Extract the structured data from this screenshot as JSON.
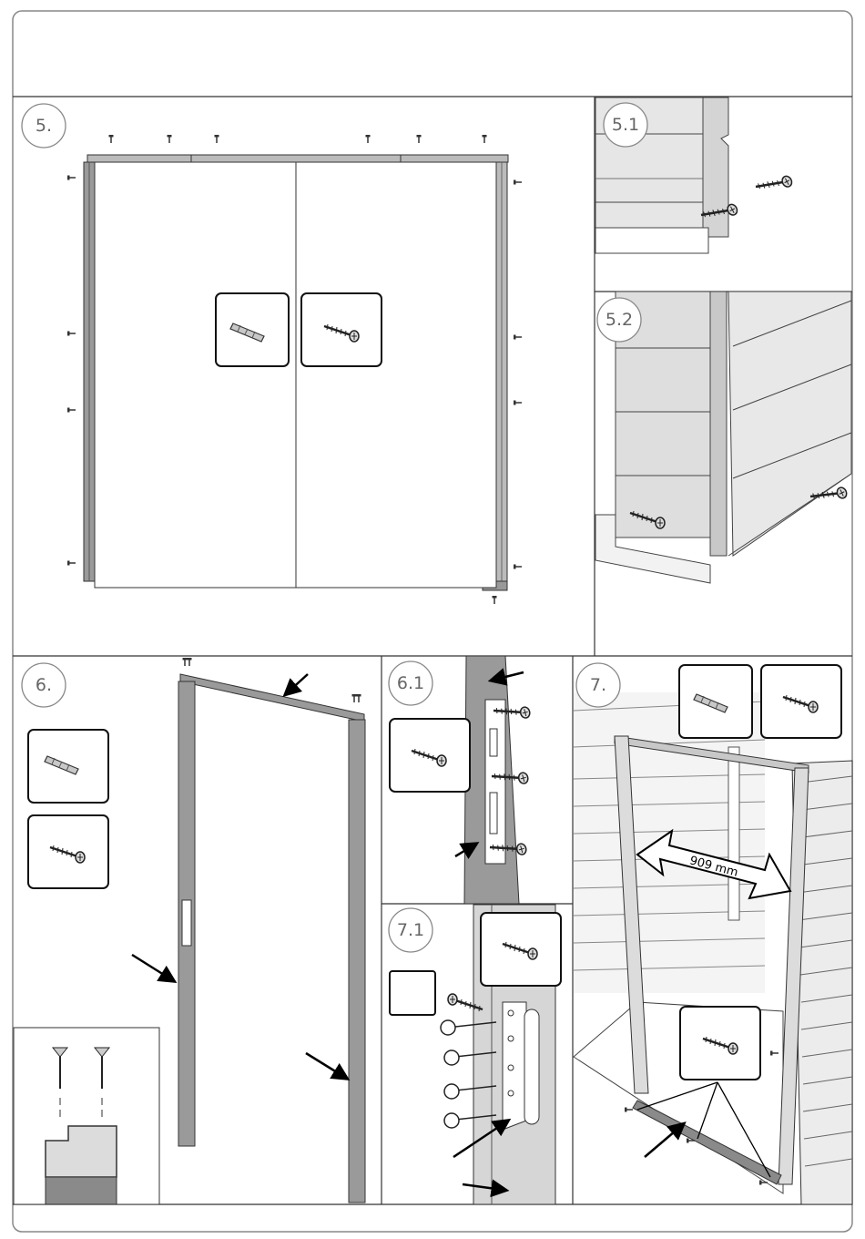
{
  "steps": {
    "s5": "5.",
    "s5_1": "5.1",
    "s5_2": "5.2",
    "s6": "6.",
    "s6_1": "6.1",
    "s7": "7.",
    "s7_1": "7.1"
  },
  "measurement": "909 mm",
  "icons": {
    "dowel": "wall-plug-icon",
    "screw": "screw-icon"
  },
  "colors": {
    "frame": "#9a9a9a",
    "frame_dark": "#5a5a5a",
    "wall": "#d9d9d9",
    "outline": "#222222"
  }
}
